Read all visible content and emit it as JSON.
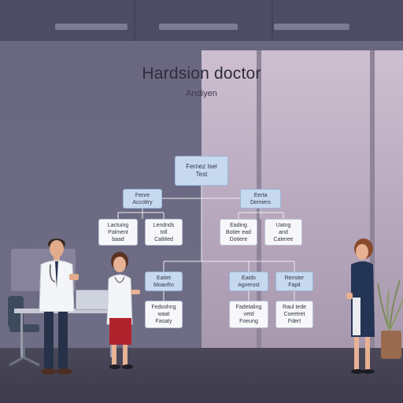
{
  "title": "Hardsion doctor",
  "subtitle": "Andiyen",
  "chart": {
    "root": [
      "Fernez Isel",
      "Test"
    ],
    "level1": [
      {
        "label": [
          "Fenre",
          "Accottry"
        ]
      },
      {
        "label": [
          "Eerta",
          "Demiers"
        ]
      }
    ],
    "level2": [
      {
        "label": [
          "Lactuing",
          "Palment",
          "baad"
        ]
      },
      {
        "label": [
          "Lendnds",
          "toll",
          "Caltited"
        ]
      },
      {
        "label": [
          "Eading",
          "Botier ead",
          "Dotiere"
        ]
      },
      {
        "label": [
          "Uatng",
          "and",
          "Cateree"
        ]
      }
    ],
    "level3": [
      {
        "label": [
          "Eaitet",
          "Moanfro"
        ]
      },
      {
        "label": [
          "Eaido",
          "Agverost"
        ]
      },
      {
        "label": [
          "Renster",
          "Fapit"
        ]
      }
    ],
    "level4": [
      {
        "label": [
          "Fedoshng",
          "waat",
          "Fasaty"
        ]
      },
      {
        "label": [
          "Fadetaling",
          "vetd",
          "Foeung"
        ]
      },
      {
        "label": [
          "Raul tede",
          "Coeetret",
          "Fdert"
        ]
      }
    ]
  },
  "colors": {
    "background": "#5c5a72",
    "window": "#c2b3c6",
    "node_blue": "#c7d9ef",
    "node_white": "#f7f7fa",
    "connector": "#e8e8ef"
  }
}
